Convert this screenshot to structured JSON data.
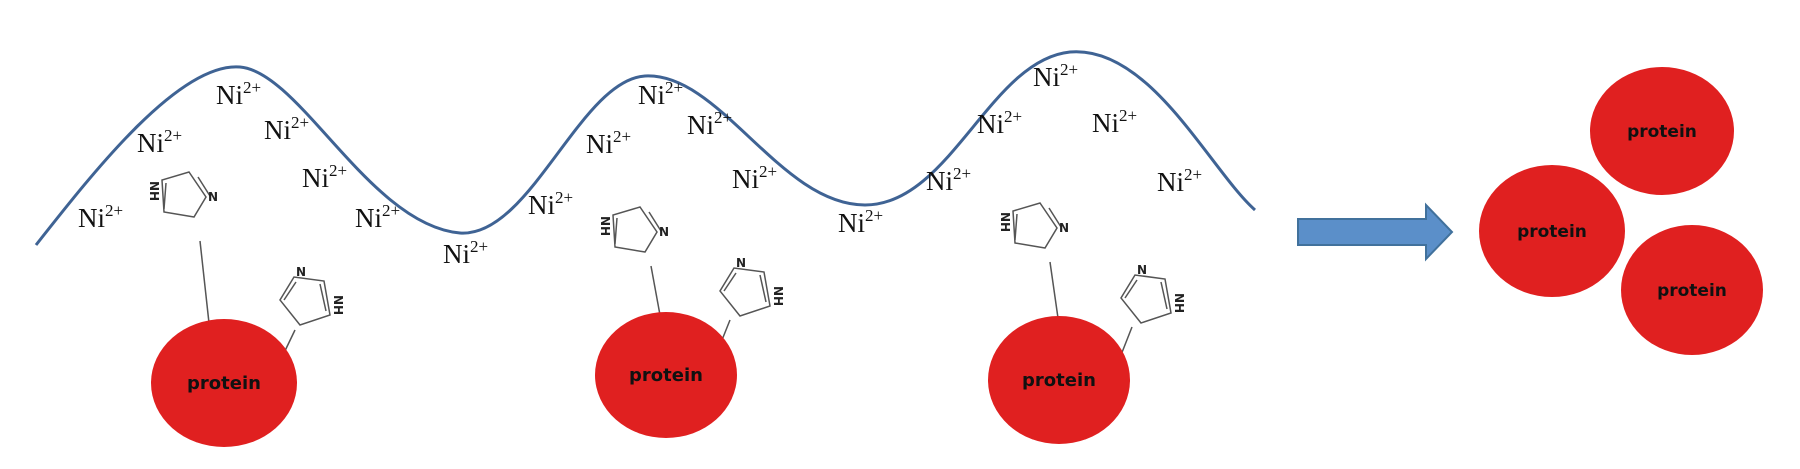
{
  "ion": {
    "symbol": "Ni",
    "charge": "2+"
  },
  "protein_label": "protein",
  "imidazole_atoms": {
    "ring_n": "N",
    "ring_nh": "NH"
  },
  "colors": {
    "wave": "#3f6394",
    "protein": "#e02020",
    "arrow_fill": "#5b8fc9",
    "arrow_stroke": "#41719c",
    "bond": "#555555"
  }
}
